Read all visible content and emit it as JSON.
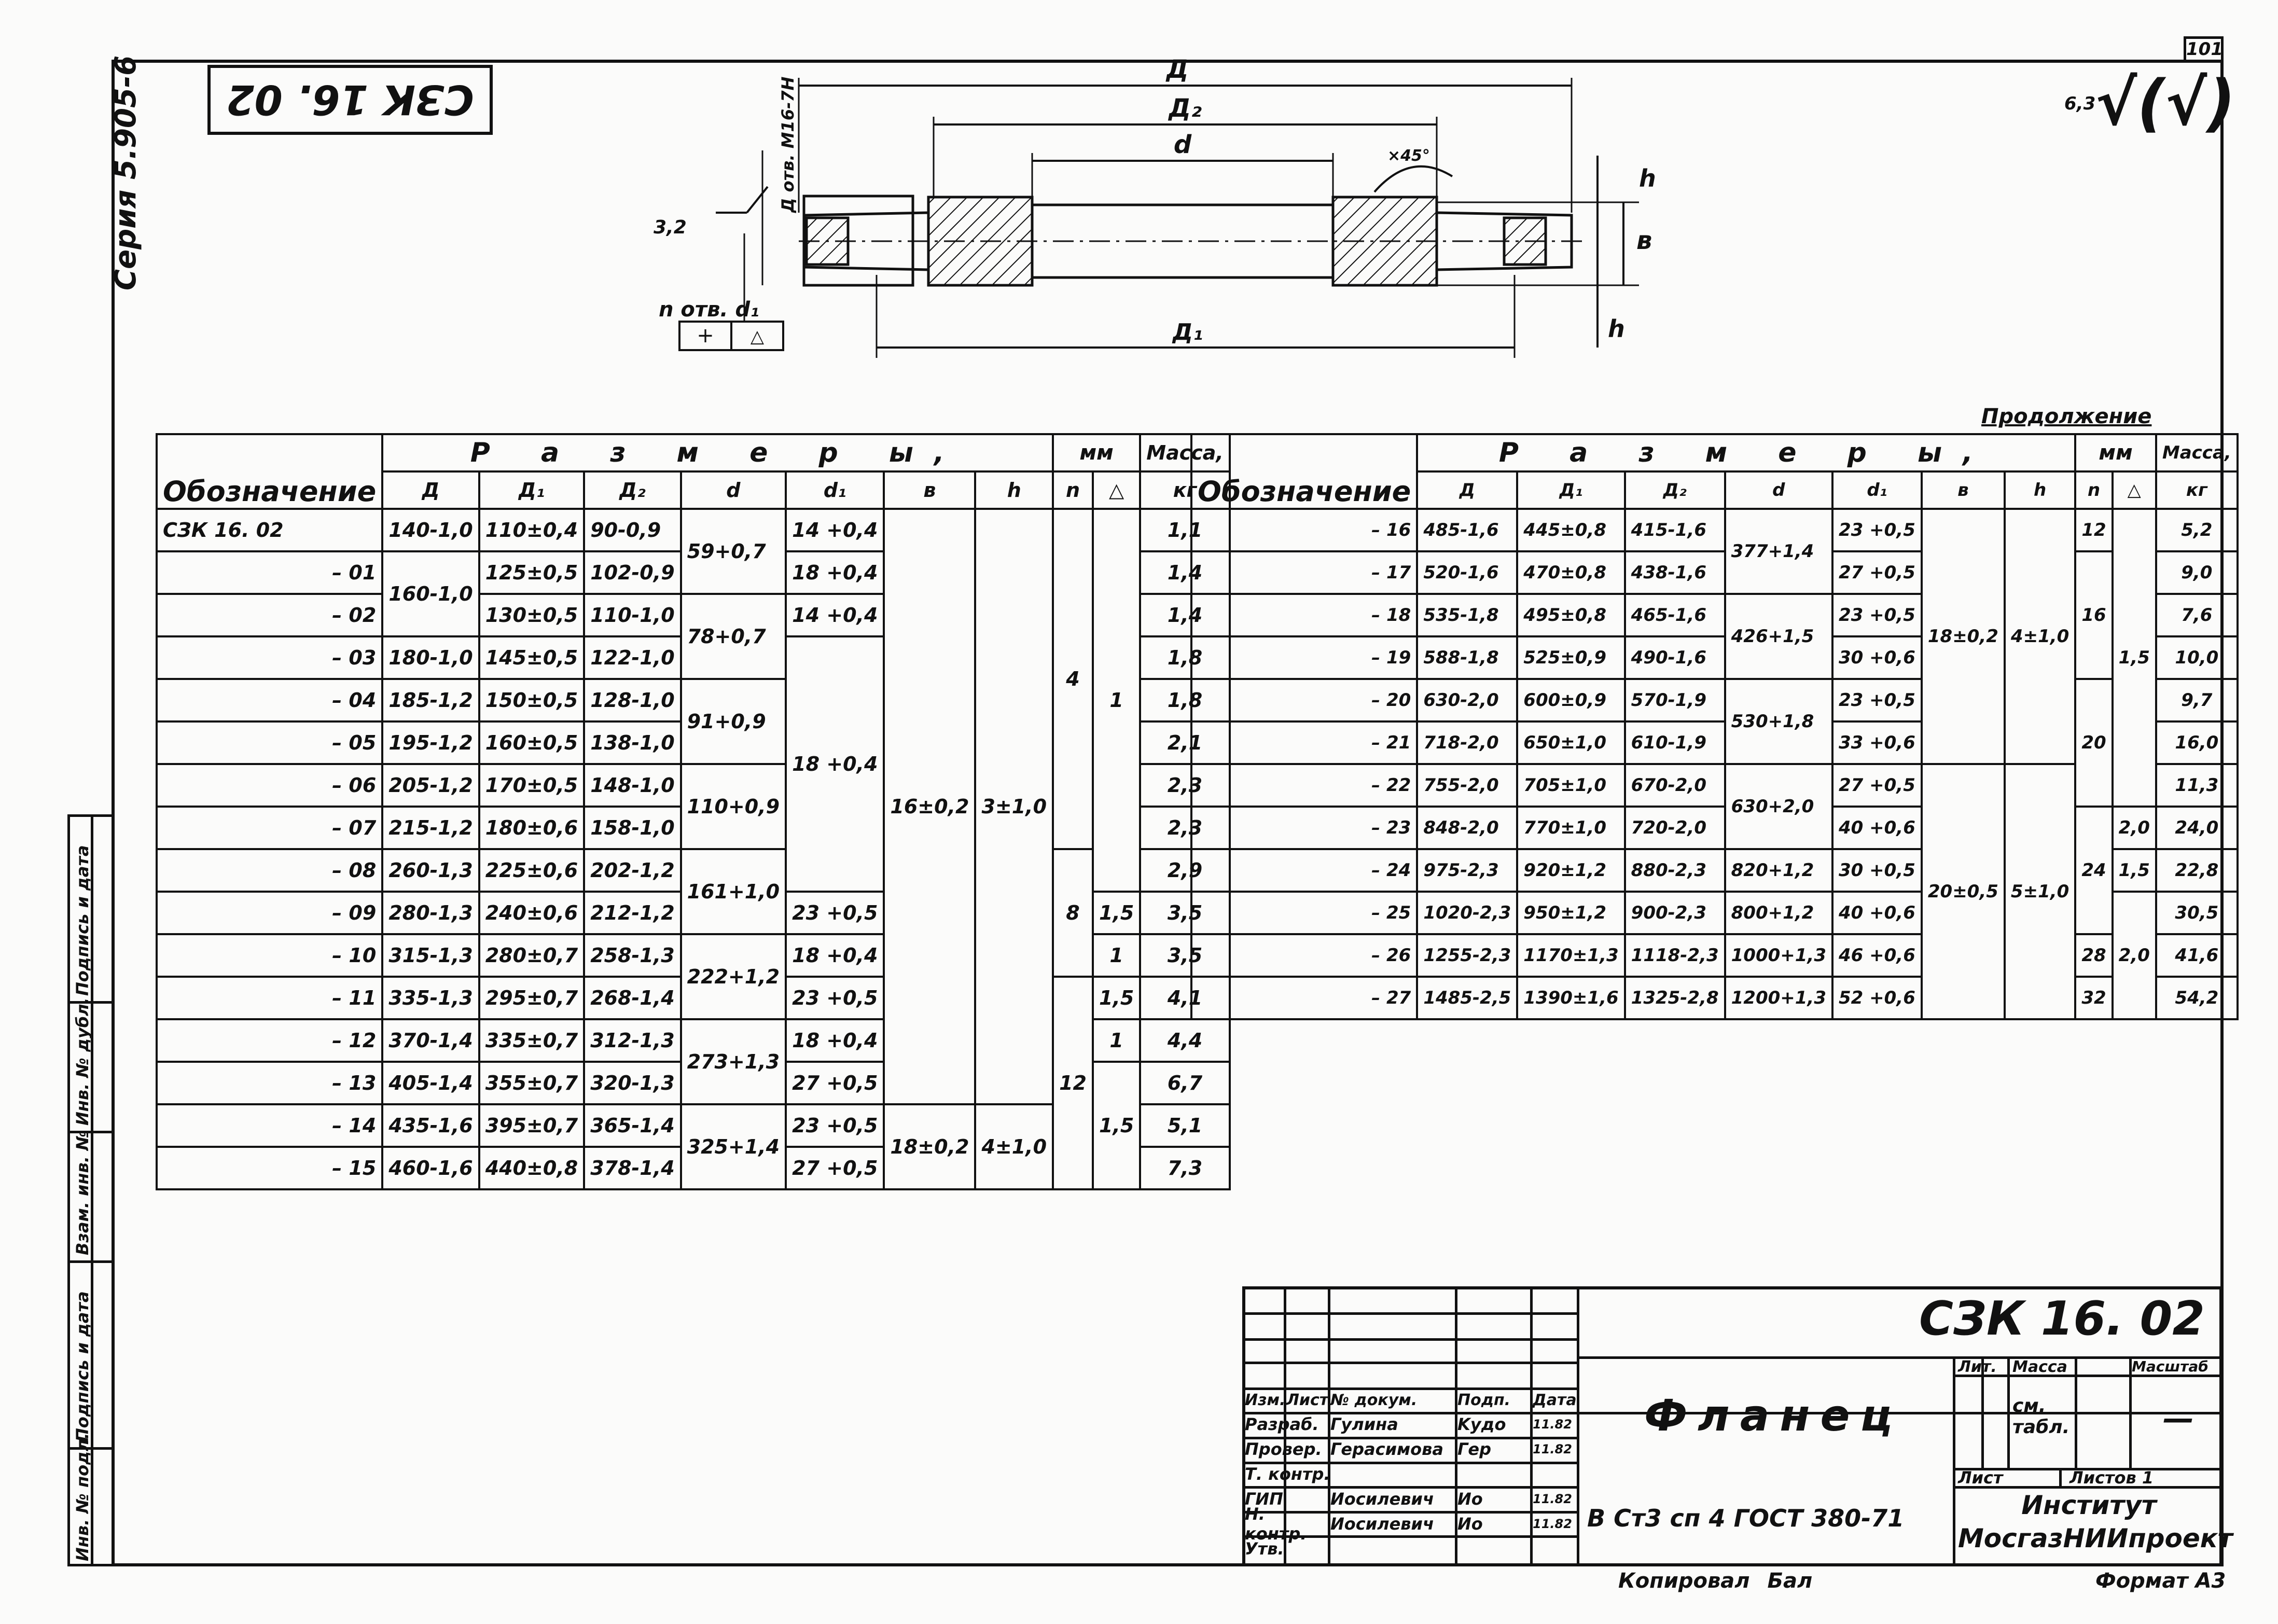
{
  "sheet": {
    "page_number": "101",
    "series_label": "Серия 5.905-6",
    "code_upside": "СЗК 16. 02",
    "roughness_main": "6,3",
    "roughness_rest": "(√)"
  },
  "drawing": {
    "dim_D": "Д",
    "dim_D2": "Д₂",
    "dim_d": "d",
    "dim_D1": "Д₁",
    "dim_h": "h",
    "dim_b": "в",
    "chamfer": "×45°",
    "thread_note": "Д отв. М16-7Н",
    "roughness_32": "3,2",
    "holes_note": "n отв. d₁",
    "tol_cross": "+",
    "tol_triangle": "△"
  },
  "left_table": {
    "h_designation": "Обозначение",
    "h_sizes": "Р а з м е р ы,",
    "h_mm": "мм",
    "h_mass": "Масса,",
    "h_kg": "кг",
    "cols": [
      "Д",
      "Д₁",
      "Д₂",
      "d",
      "d₁",
      "в",
      "h",
      "n",
      "△"
    ],
    "rows": [
      {
        "des": "СЗК 16. 02",
        "D": "140-1,0",
        "D1": "110±0,4",
        "D2": "90-0,9",
        "d1": "14 +0,4",
        "mass": "1,1"
      },
      {
        "des": "– 01",
        "D1": "125±0,5",
        "D2": "102-0,9",
        "d1": "18 +0,4",
        "mass": "1,4"
      },
      {
        "des": "– 02",
        "D1": "130±0,5",
        "D2": "110-1,0",
        "d1": "14 +0,4",
        "mass": "1,4"
      },
      {
        "des": "– 03",
        "D": "180-1,0",
        "D1": "145±0,5",
        "D2": "122-1,0",
        "mass": "1,8"
      },
      {
        "des": "– 04",
        "D": "185-1,2",
        "D1": "150±0,5",
        "D2": "128-1,0",
        "mass": "1,8"
      },
      {
        "des": "– 05",
        "D": "195-1,2",
        "D1": "160±0,5",
        "D2": "138-1,0",
        "mass": "2,1"
      },
      {
        "des": "– 06",
        "D": "205-1,2",
        "D1": "170±0,5",
        "D2": "148-1,0",
        "mass": "2,3"
      },
      {
        "des": "– 07",
        "D": "215-1,2",
        "D1": "180±0,6",
        "D2": "158-1,0",
        "mass": "2,3"
      },
      {
        "des": "– 08",
        "D": "260-1,3",
        "D1": "225±0,6",
        "D2": "202-1,2",
        "mass": "2,9"
      },
      {
        "des": "– 09",
        "D": "280-1,3",
        "D1": "240±0,6",
        "D2": "212-1,2",
        "d1": "23 +0,5",
        "tri": "1,5",
        "mass": "3,5"
      },
      {
        "des": "– 10",
        "D": "315-1,3",
        "D1": "280±0,7",
        "D2": "258-1,3",
        "d1": "18 +0,4",
        "tri": "1",
        "mass": "3,5"
      },
      {
        "des": "– 11",
        "D": "335-1,3",
        "D1": "295±0,7",
        "D2": "268-1,4",
        "d1": "23 +0,5",
        "tri": "1,5",
        "mass": "4,1"
      },
      {
        "des": "– 12",
        "D": "370-1,4",
        "D1": "335±0,7",
        "D2": "312-1,3",
        "d1": "18 +0,4",
        "tri": "1",
        "mass": "4,4"
      },
      {
        "des": "– 13",
        "D": "405-1,4",
        "D1": "355±0,7",
        "D2": "320-1,3",
        "d1": "27 +0,5",
        "mass": "6,7"
      },
      {
        "des": "– 14",
        "D": "435-1,6",
        "D1": "395±0,7",
        "D2": "365-1,4",
        "d1": "23 +0,5",
        "mass": "5,1"
      },
      {
        "des": "– 15",
        "D": "460-1,6",
        "D1": "440±0,8",
        "D2": "378-1,4",
        "d1": "27 +0,5",
        "mass": "7,3"
      }
    ],
    "merged": {
      "D_01_02": "160-1,0",
      "d_00_01": "59+0,7",
      "d_02_03": "78+0,7",
      "d_04_05": "91+0,9",
      "d_06_07": "110+0,9",
      "d_08_09": "161+1,0",
      "d_10_11": "222+1,2",
      "d_12_13": "273+1,3",
      "d_14_15": "325+1,4",
      "d1_03_08": "18 +0,4",
      "b_00_13": "16±0,2",
      "h_00_13": "3±1,0",
      "b_14_15": "18±0,2",
      "h_14_15": "4±1,0",
      "n_00_07": "4",
      "n_08_10": "8",
      "n_11_15": "12",
      "tri_00_08": "1",
      "tri_13_15": "1,5"
    }
  },
  "right_table": {
    "continuation": "Продолжение",
    "h_designation": "Обозначение",
    "h_sizes": "Р а з м е р ы,",
    "h_mm": "мм",
    "h_mass": "Масса,",
    "h_kg": "кг",
    "cols": [
      "Д",
      "Д₁",
      "Д₂",
      "d",
      "d₁",
      "в",
      "h",
      "n",
      "△"
    ],
    "rows": [
      {
        "des": "– 16",
        "D": "485-1,6",
        "D1": "445±0,8",
        "D2": "415-1,6",
        "d1": "23 +0,5",
        "n": "12",
        "mass": "5,2"
      },
      {
        "des": "– 17",
        "D": "520-1,6",
        "D1": "470±0,8",
        "D2": "438-1,6",
        "d1": "27 +0,5",
        "mass": "9,0"
      },
      {
        "des": "– 18",
        "D": "535-1,8",
        "D1": "495±0,8",
        "D2": "465-1,6",
        "d1": "23 +0,5",
        "mass": "7,6"
      },
      {
        "des": "– 19",
        "D": "588-1,8",
        "D1": "525±0,9",
        "D2": "490-1,6",
        "d1": "30 +0,6",
        "mass": "10,0"
      },
      {
        "des": "– 20",
        "D": "630-2,0",
        "D1": "600±0,9",
        "D2": "570-1,9",
        "d1": "23 +0,5",
        "mass": "9,7"
      },
      {
        "des": "– 21",
        "D": "718-2,0",
        "D1": "650±1,0",
        "D2": "610-1,9",
        "d1": "33 +0,6",
        "mass": "16,0"
      },
      {
        "des": "– 22",
        "D": "755-2,0",
        "D1": "705±1,0",
        "D2": "670-2,0",
        "d1": "27 +0,5",
        "mass": "11,3"
      },
      {
        "des": "– 23",
        "D": "848-2,0",
        "D1": "770±1,0",
        "D2": "720-2,0",
        "d1": "40 +0,6",
        "tri": "2,0",
        "mass": "24,0"
      },
      {
        "des": "– 24",
        "D": "975-2,3",
        "D1": "920±1,2",
        "D2": "880-2,3",
        "d": "820+1,2",
        "d1": "30 +0,5",
        "tri": "1,5",
        "mass": "22,8"
      },
      {
        "des": "– 25",
        "D": "1020-2,3",
        "D1": "950±1,2",
        "D2": "900-2,3",
        "d": "800+1,2",
        "d1": "40 +0,6",
        "mass": "30,5"
      },
      {
        "des": "– 26",
        "D": "1255-2,3",
        "D1": "1170±1,3",
        "D2": "1118-2,3",
        "d": "1000+1,3",
        "d1": "46 +0,6",
        "n": "28",
        "mass": "41,6"
      },
      {
        "des": "– 27",
        "D": "1485-2,5",
        "D1": "1390±1,6",
        "D2": "1325-2,8",
        "d": "1200+1,3",
        "d1": "52 +0,6",
        "n": "32",
        "mass": "54,2"
      }
    ],
    "merged": {
      "d_16_17": "377+1,4",
      "d_18_19": "426+1,5",
      "d_20_21": "530+1,8",
      "d_22_23": "630+2,0",
      "b_16_21": "18±0,2",
      "h_16_21": "4±1,0",
      "b_22_27": "20±0,5",
      "h_22_27": "5±1,0",
      "n_17_19": "16",
      "n_20_22": "20",
      "n_23_25": "24",
      "tri_16_22": "1,5",
      "tri_25_27": "2,0"
    }
  },
  "title_block": {
    "code": "СЗК 16. 02",
    "name": "Фланец",
    "material": "В Ст3 сп 4 ГОСТ 380-71",
    "lit": "Лит.",
    "massa": "Масса",
    "masshtab": "Масштаб",
    "mass_value": "см. табл.",
    "scale_value": "—",
    "list": "Лист",
    "listov": "Листов 1",
    "org": "Институт МосгазНИИпроект",
    "header_cols": [
      "Изм.",
      "Лист",
      "№ докум.",
      "Подп.",
      "Дата"
    ],
    "roles": [
      {
        "role": "Разраб.",
        "name": "Гулина",
        "sign": "Kудо",
        "date": "11.82"
      },
      {
        "role": "Провер.",
        "name": "Герасимова",
        "sign": "Гер",
        "date": "11.82"
      },
      {
        "role": "Т. контр.",
        "name": "",
        "sign": "",
        "date": ""
      },
      {
        "role": "ГИП",
        "name": "Иосилевич",
        "sign": "Ио",
        "date": "11.82"
      },
      {
        "role": "Н. контр.",
        "name": "Иосилевич",
        "sign": "Ио",
        "date": "11.82"
      },
      {
        "role": "Утв.",
        "name": "",
        "sign": "",
        "date": ""
      }
    ],
    "copied": "Копировал",
    "copied_sign": "Бал",
    "format": "Формат А3"
  },
  "left_strip": {
    "labels": [
      "Инв. № подл.",
      "Подпись и дата",
      "Взам. инв. №",
      "Инв. № дубл.",
      "Подпись и дата"
    ]
  }
}
